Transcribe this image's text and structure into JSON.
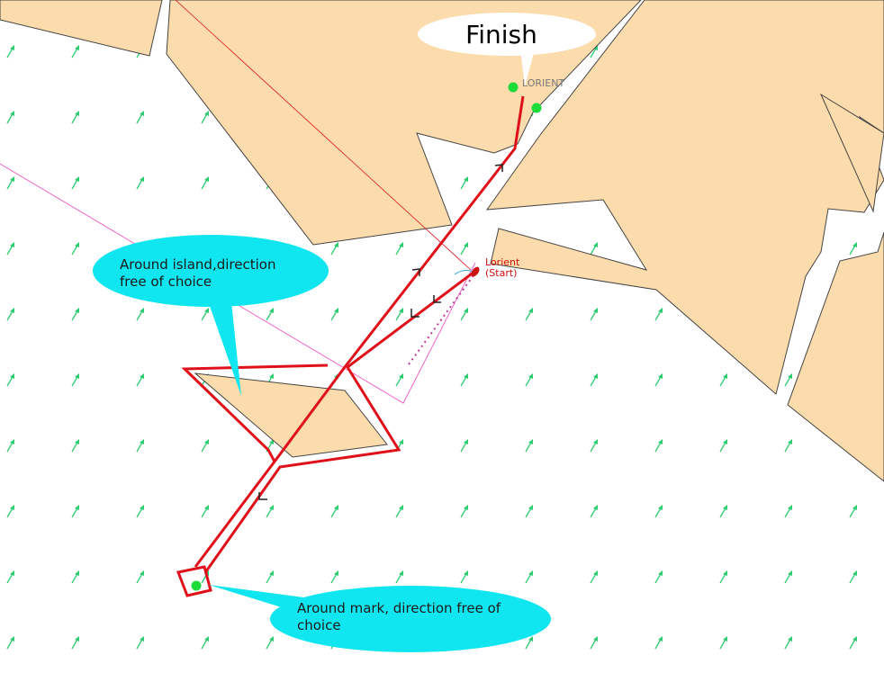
{
  "colors": {
    "sea": "#ffffff",
    "land": "#fcdcac",
    "coast": "#444444",
    "route": "#e0101a",
    "wind_arrow": "#2ecc71",
    "callout": "#10e6f0",
    "finish_bubble": "#ffffff",
    "waypoint": "#1ddc3a",
    "layline": "#ee66cc",
    "start_label": "#cc1111",
    "port_label": "#777777"
  },
  "finish_callout": {
    "text": "Finish"
  },
  "port_label": {
    "text": "LORIENT"
  },
  "start_label": {
    "line1": "Lorient",
    "line2": "(Start)"
  },
  "island_callout": {
    "line1": "Around island,direction",
    "line2": "free of choice"
  },
  "mark_callout": {
    "line1": "Around mark, direction free of",
    "line2": "choice"
  },
  "wind_field": {
    "icon": "wind-arrow-icon",
    "direction": "north-northeast"
  },
  "icons": {
    "waypoint": "waypoint-dot-icon",
    "heading_marker": "heading-chevron-icon",
    "boat": "boat-marker-icon"
  }
}
